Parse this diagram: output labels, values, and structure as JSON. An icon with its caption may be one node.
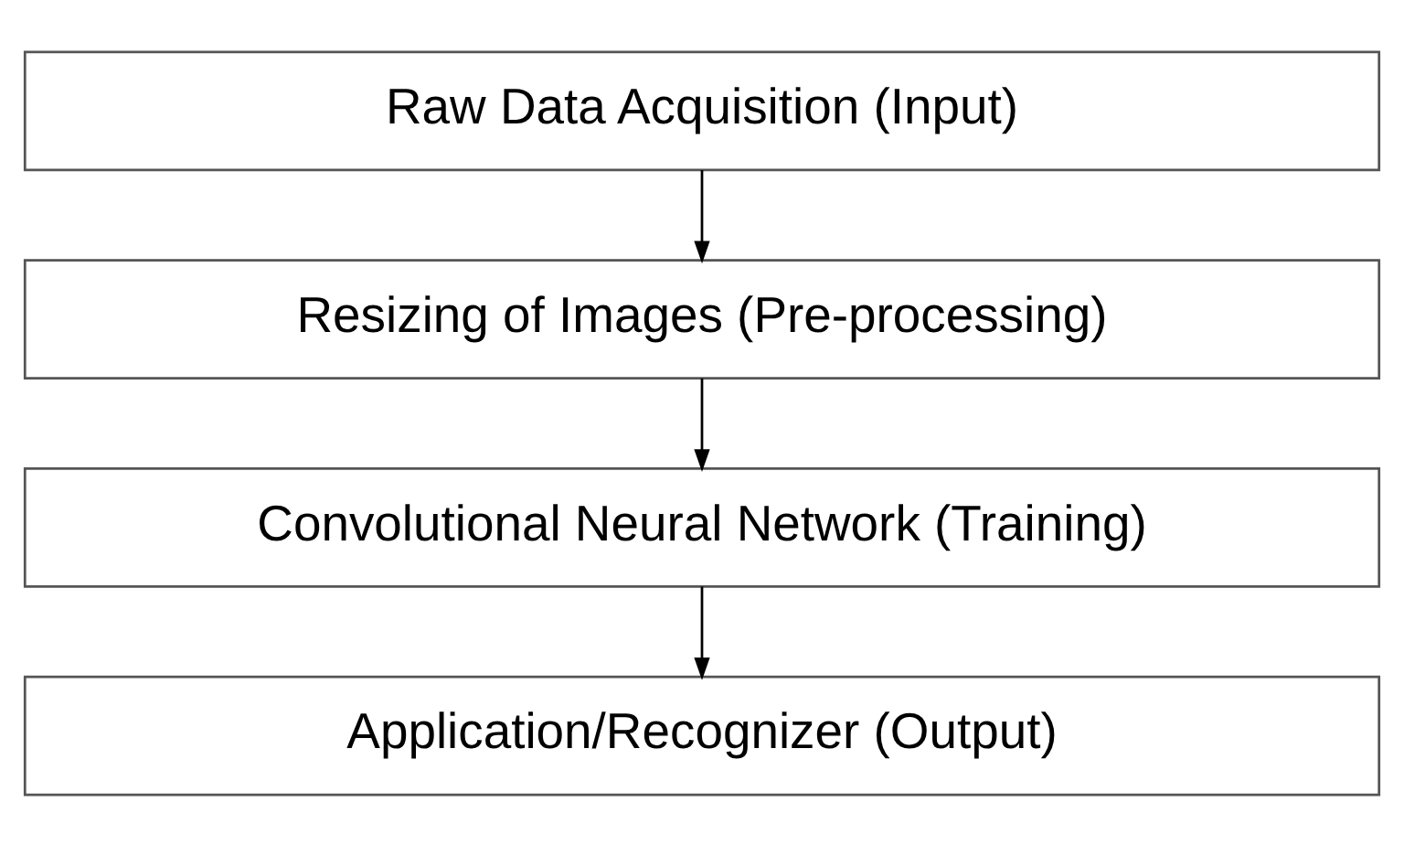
{
  "diagram": {
    "nodes": [
      {
        "text": [
          "Raw Data Acquisition (Input)"
        ]
      },
      {
        "text": [
          "Resizing of Images (Pre-processing)"
        ]
      },
      {
        "text": [
          "Convolutional Neural Network (Training)"
        ]
      },
      {
        "text": [
          "Application/Recognizer (Output)"
        ]
      }
    ],
    "edges": [
      {
        "from": 0,
        "to": 1,
        "arrow": "to"
      },
      {
        "from": 1,
        "to": 2,
        "arrow": "to"
      },
      {
        "from": 2,
        "to": 3,
        "arrow": "to"
      }
    ]
  }
}
